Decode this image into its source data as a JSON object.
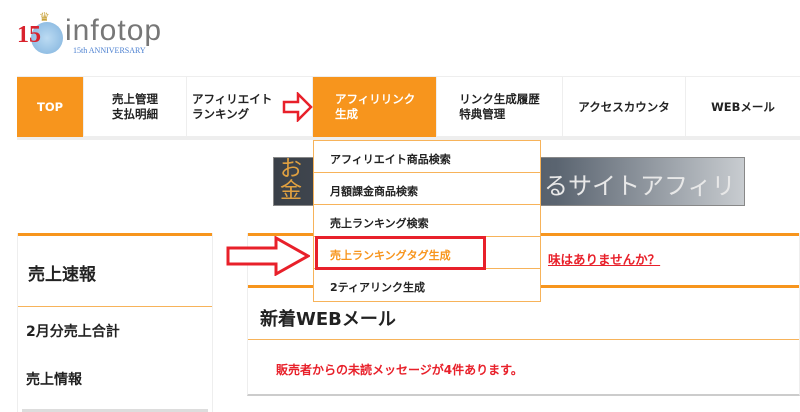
{
  "logo": {
    "number": "15",
    "word": "infotop",
    "sub": "15th ANNIVERSARY"
  },
  "nav": [
    {
      "label": "TOP",
      "active": true
    },
    {
      "label": "売上管理\n支払明細"
    },
    {
      "label": "アフィリエイト\nランキング"
    },
    {
      "label": "アフィリリンク\n生成",
      "active": true
    },
    {
      "label": "リンク生成履歴\n特典管理"
    },
    {
      "label": "アクセスカウンタ"
    },
    {
      "label": "WEBメール"
    }
  ],
  "banner": {
    "left_text": "お金",
    "right_text": "るサイトアフィリ"
  },
  "dropdown": [
    {
      "label": "アフィリエイト商品検索"
    },
    {
      "label": "月額課金商品検索"
    },
    {
      "label": "売上ランキング検索"
    },
    {
      "label": "売上ランキングタグ生成",
      "highlighted": true
    },
    {
      "label": "2ティアリンク生成"
    }
  ],
  "left": {
    "title": "売上速報",
    "subtitle": "2月分売上合計",
    "section": "売上情報"
  },
  "notice": {
    "link": "味はありませんか？"
  },
  "webmail": {
    "title": "新着WEBメール",
    "message": "販売者からの未読メッセージが4件あります。"
  },
  "colors": {
    "accent": "#f7951d",
    "alert": "#e8202a"
  }
}
